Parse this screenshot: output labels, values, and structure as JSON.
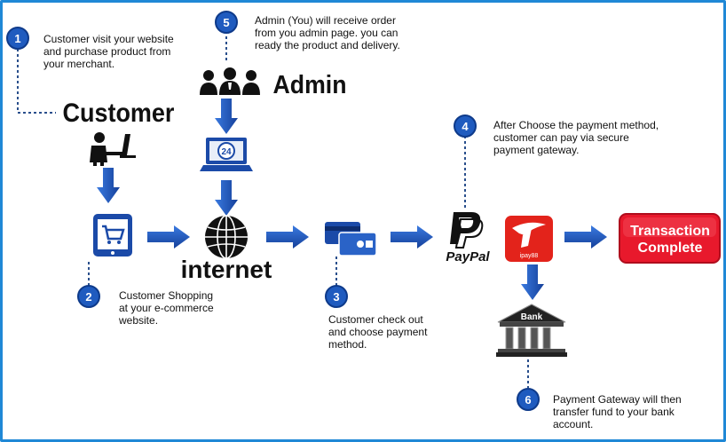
{
  "steps": [
    {
      "number": "1",
      "text": "Customer visit your website\nand purchase product from\nyour merchant."
    },
    {
      "number": "2",
      "text": "Customer Shopping\nat your e-commerce\nwebsite."
    },
    {
      "number": "3",
      "text": "Customer check out\nand choose payment\nmethod."
    },
    {
      "number": "4",
      "text": "After Choose the payment method,\ncustomer can pay via secure\npayment gateway."
    },
    {
      "number": "5",
      "text": "Admin (You) will receive order\nfrom you admin page. you can\nready the product and delivery."
    },
    {
      "number": "6",
      "text": "Payment Gateway will then\ntransfer fund to your bank\naccount."
    }
  ],
  "labels": {
    "customer": "Customer",
    "admin": "Admin",
    "internet": "internet",
    "paypal": "PayPal",
    "ipay88": "ipay88",
    "transaction_line1": "Transaction",
    "transaction_line2": "Complete",
    "bank": "Bank",
    "clock": "24"
  },
  "colors": {
    "badge": "#1f5bbf",
    "arrow": "#1d4fb3",
    "border": "#1f88d6",
    "transaction": "#e8192c",
    "ipay": "#e3231b"
  },
  "icons": [
    "person-at-computer-icon",
    "admin-group-icon",
    "laptop-24h-icon",
    "shopping-cart-tablet-icon",
    "globe-icon",
    "payment-cards-icon",
    "paypal-logo-icon",
    "ipay88-logo-icon",
    "bank-building-icon"
  ]
}
